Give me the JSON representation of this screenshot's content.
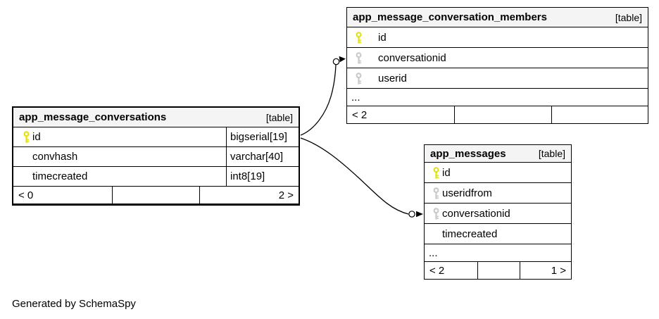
{
  "diagram": {
    "generated_by": "Generated by SchemaSpy",
    "colors": {
      "border": "#000000",
      "title_bg": "#f4f4f4",
      "key_primary": "#e2e20a",
      "key_foreign": "#c9c9c9"
    },
    "tables": [
      {
        "name": "app_message_conversations",
        "tag": "[table]",
        "columns": [
          {
            "name": "id",
            "type": "bigserial[19]",
            "key": "primary"
          },
          {
            "name": "convhash",
            "type": "varchar[40]",
            "key": "none"
          },
          {
            "name": "timecreated",
            "type": "int8[19]",
            "key": "none"
          }
        ],
        "footer": {
          "left": "< 0",
          "center": "",
          "right": "2 >"
        }
      },
      {
        "name": "app_message_conversation_members",
        "tag": "[table]",
        "columns": [
          {
            "name": "id",
            "key": "primary"
          },
          {
            "name": "conversationid",
            "key": "foreign"
          },
          {
            "name": "userid",
            "key": "foreign"
          }
        ],
        "ellipsis": "...",
        "footer": {
          "left": "< 2",
          "center": "",
          "right": ""
        }
      },
      {
        "name": "app_messages",
        "tag": "[table]",
        "columns": [
          {
            "name": "id",
            "key": "primary"
          },
          {
            "name": "useridfrom",
            "key": "foreign"
          },
          {
            "name": "conversationid",
            "key": "foreign"
          },
          {
            "name": "timecreated",
            "key": "none"
          }
        ],
        "ellipsis": "...",
        "footer": {
          "left": "< 2",
          "center": "",
          "right": "1 >"
        }
      }
    ],
    "relationships": [
      {
        "from": "app_message_conversations.id",
        "to": "app_message_conversation_members.conversationid"
      },
      {
        "from": "app_message_conversations.id",
        "to": "app_messages.conversationid"
      }
    ]
  }
}
